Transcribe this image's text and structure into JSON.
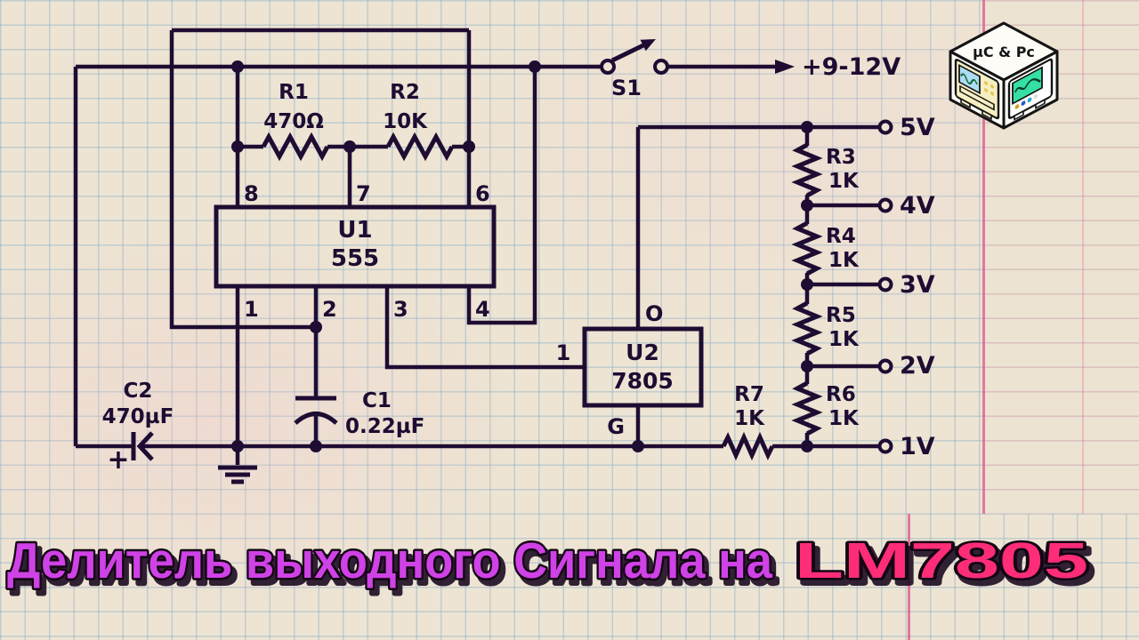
{
  "title": {
    "main": "Делитель выходного Сигнала на",
    "highlight": "LM7805"
  },
  "logo": {
    "label": "µC & Pc"
  },
  "power": {
    "label": "+9-12V",
    "switch_label": "S1"
  },
  "u1": {
    "ref": "U1",
    "part": "555",
    "pin8": "8",
    "pin7": "7",
    "pin6": "6",
    "pin1": "1",
    "pin2": "2",
    "pin3": "3",
    "pin4": "4"
  },
  "u2": {
    "ref": "U2",
    "part": "7805",
    "in_label": "1",
    "out_label": "O",
    "gnd_label": "G"
  },
  "resistors": {
    "r1": {
      "ref": "R1",
      "value": "470Ω"
    },
    "r2": {
      "ref": "R2",
      "value": "10K"
    },
    "r3": {
      "ref": "R3",
      "value": "1K"
    },
    "r4": {
      "ref": "R4",
      "value": "1K"
    },
    "r5": {
      "ref": "R5",
      "value": "1K"
    },
    "r6": {
      "ref": "R6",
      "value": "1K"
    },
    "r7": {
      "ref": "R7",
      "value": "1K"
    }
  },
  "capacitors": {
    "c1": {
      "ref": "C1",
      "value": "0.22µF"
    },
    "c2": {
      "ref": "C2",
      "value": "470µF",
      "polarity": "+"
    }
  },
  "outputs": {
    "v5": "5V",
    "v4": "4V",
    "v3": "3V",
    "v2": "2V",
    "v1": "1V"
  }
}
